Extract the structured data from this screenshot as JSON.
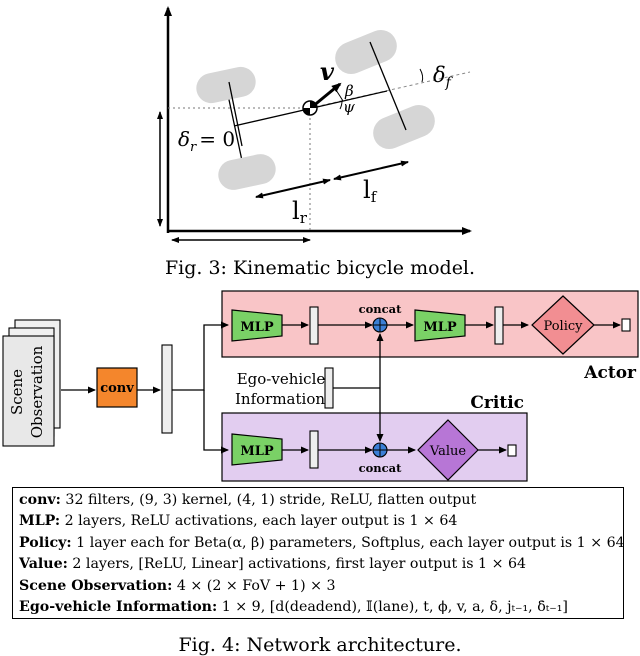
{
  "figure3": {
    "caption": "Fig. 3: Kinematic bicycle model.",
    "labels": {
      "v": "v",
      "beta": "β",
      "psi": "ψ",
      "delta_f": "δ",
      "delta_f_sub": "f",
      "delta_r": "δ",
      "delta_r_sub": "r",
      "delta_r_value": "= 0",
      "l_r": "l",
      "l_r_sub": "r",
      "l_f": "l",
      "l_f_sub": "f"
    }
  },
  "figure4": {
    "caption": "Fig. 4: Network architecture.",
    "scene_label": [
      "Scene",
      "Observation"
    ],
    "conv_label": "conv",
    "actor": {
      "title": "Actor",
      "mlp1": "MLP",
      "concat": "concat",
      "mlp2": "MLP",
      "policy": "Policy"
    },
    "critic": {
      "title": "Critic",
      "mlp": "MLP",
      "concat": "concat",
      "value": "Value"
    },
    "ego_label": [
      "Ego-vehicle",
      "Information"
    ],
    "colors": {
      "actor_bg": "#f9c5c7",
      "critic_bg": "#e2cdf0",
      "conv": "#f4862c",
      "mlp": "#7ad166",
      "policy": "#f28e92",
      "value": "#b776d6",
      "concat": "#3b7fd6"
    },
    "legend": [
      {
        "term": "conv:",
        "text": "32 filters, (9, 3) kernel, (4, 1) stride, ReLU, flatten output"
      },
      {
        "term": "MLP:",
        "text": "2 layers, ReLU activations, each layer output is 1 × 64"
      },
      {
        "term": "Policy:",
        "text": "1 layer each for Beta(α, β) parameters, Softplus, each layer output is 1 × 64"
      },
      {
        "term": "Value:",
        "text": "2 layers, [ReLU, Linear] activations, first layer output is 1 × 64"
      },
      {
        "term": "Scene Observation:",
        "text": "4 × (2 × FoV + 1) × 3"
      },
      {
        "term": "Ego-vehicle Information:",
        "text": "1 × 9, [d(deadend), 𝕀(lane), t, ϕ, v, a, δ, jₜ₋₁, δ̇ₜ₋₁]"
      }
    ]
  }
}
